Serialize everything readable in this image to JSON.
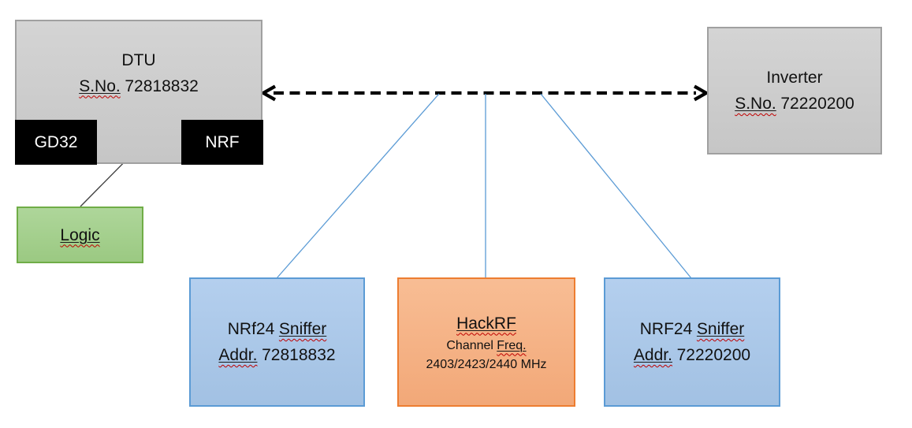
{
  "dtu": {
    "title": "DTU",
    "serial_label": "S.No.",
    "serial_number": "72818832",
    "gd32_label": "GD32",
    "nrf_label": "NRF"
  },
  "logic": {
    "label": "Logic"
  },
  "inverter": {
    "title": "Inverter",
    "serial_label": "S.No.",
    "serial_number": "72220200"
  },
  "sniffer_left": {
    "name": "NRf24",
    "name_word": "Sniffer",
    "addr_label": "Addr.",
    "addr_number": "72818832"
  },
  "hackrf": {
    "title": "HackRF",
    "channel_label": "Channel",
    "freq_label": "Freq.",
    "frequencies": "2403/2423/2440 MHz"
  },
  "sniffer_right": {
    "name": "NRF24",
    "name_word": "Sniffer",
    "addr_label": "Addr.",
    "addr_number": "72220200"
  },
  "colors": {
    "box_gray_fill": "#c9c9c9",
    "box_gray_border": "#a0a0a0",
    "chip_black_fill": "#000000",
    "chip_text": "#ffffff",
    "logic_green_fill": "#a9d18e",
    "logic_green_border": "#70ad47",
    "sniffer_blue_fill": "#a9c7e7",
    "sniffer_blue_border": "#5b9bd5",
    "hackrf_orange_fill": "#f4b183",
    "hackrf_orange_border": "#ed7d31",
    "connector_black": "#000000",
    "connector_thin_gray": "#404040",
    "connector_blue": "#5b9bd5",
    "spellcheck_red": "#c00000"
  }
}
